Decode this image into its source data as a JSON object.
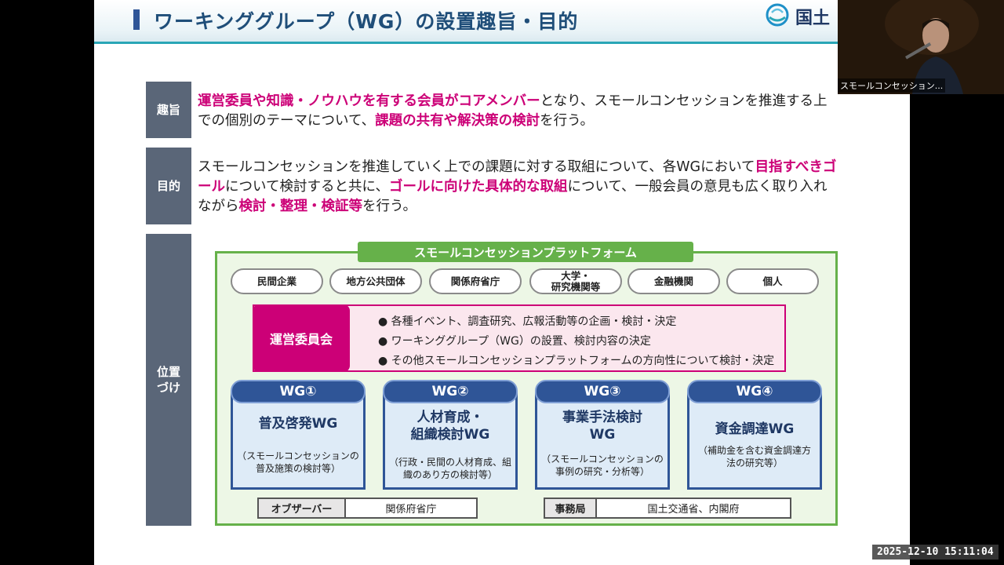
{
  "slide": {
    "title": "ワーキンググループ（WG）の設置趣旨・目的",
    "logo_text": "国土"
  },
  "shushi": {
    "label": "趣旨",
    "text": [
      {
        "t": "運営委員や知識・ノウハウを有する会員がコアメンバー",
        "hl": true
      },
      {
        "t": "となり、スモールコンセッションを推進する上での個別のテーマについて、",
        "hl": false
      },
      {
        "t": "課題の共有や解決策の検討",
        "hl": true
      },
      {
        "t": "を行う。",
        "hl": false
      }
    ]
  },
  "mokuteki": {
    "label": "目的",
    "text": [
      {
        "t": "スモールコンセッションを推進していく上での課題に対する取組について、各WGにおいて",
        "hl": false
      },
      {
        "t": "目指すべきゴール",
        "hl": true
      },
      {
        "t": "について検討すると共に、",
        "hl": false
      },
      {
        "t": "ゴールに向けた具体的な取組",
        "hl": true
      },
      {
        "t": "について、一般会員の意見も広く取り入れながら",
        "hl": false
      },
      {
        "t": "検討・整理・検証等",
        "hl": true
      },
      {
        "t": "を行う。",
        "hl": false
      }
    ]
  },
  "ichizuke": {
    "label": "位置\nづけ"
  },
  "platform": {
    "title": "スモールコンセッションプラットフォーム",
    "members": [
      "民間企業",
      "地方公共団体",
      "関係府省庁",
      "大学・\n研究機関等",
      "金融機関",
      "個人"
    ],
    "committee": {
      "label": "運営委員会",
      "duties": [
        "● 各種イベント、調査研究、広報活動等の企画・検討・決定",
        "● ワーキンググループ（WG）の設置、検討内容の決定",
        "● その他スモールコンセッションプラットフォームの方向性について検討・決定"
      ]
    },
    "wgs": [
      {
        "head": "WG①",
        "name": "普及啓発WG",
        "desc": "（スモールコンセッションの普及施策の検討等）"
      },
      {
        "head": "WG②",
        "name": "人材育成・\n組織検討WG",
        "desc": "（行政・民間の人材育成、組織のあり方の検討等）"
      },
      {
        "head": "WG③",
        "name": "事業手法検討\nWG",
        "desc": "（スモールコンセッションの事例の研究・分析等）"
      },
      {
        "head": "WG④",
        "name": "資金調達WG",
        "desc": "（補助金を含む資金調達方法の研究等）"
      }
    ],
    "observer": {
      "label": "オブザーバー",
      "value": "関係府省庁"
    },
    "secretariat": {
      "label": "事務局",
      "value": "国土交通省、内閣府"
    }
  },
  "webcam": {
    "label": "スモールコンセッション..."
  },
  "timestamp": "2025-12-10  15:11:04",
  "colors": {
    "highlight": "#cc0077",
    "title": "#1f4e79",
    "platform_green": "#66b14a",
    "wg_blue": "#2f5597",
    "side_label": "#5a6678"
  }
}
